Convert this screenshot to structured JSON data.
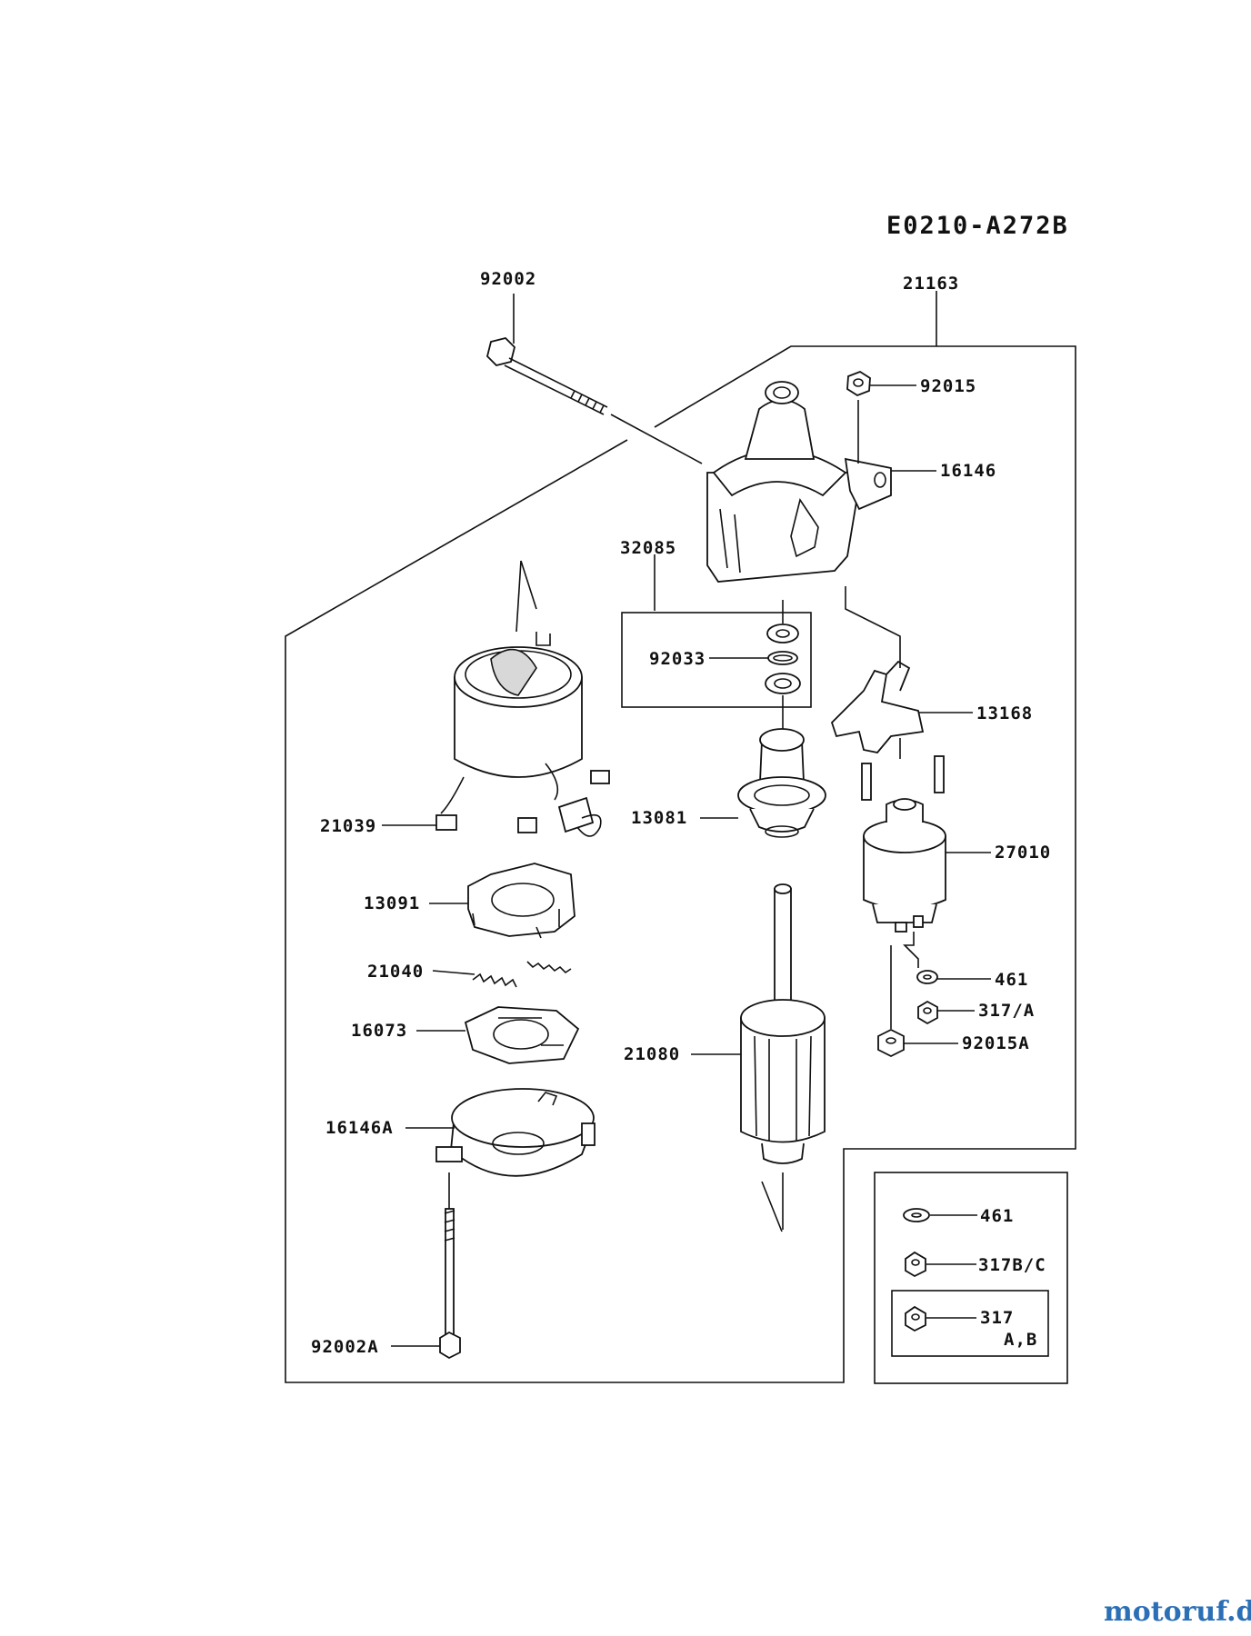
{
  "diagram": {
    "code": "E0210-A272B",
    "labels": {
      "p92002": "92002",
      "p21163": "21163",
      "p92015": "92015",
      "p16146": "16146",
      "p32085": "32085",
      "p92033": "92033",
      "p13168": "13168",
      "p13081": "13081",
      "p21039": "21039",
      "p27010": "27010",
      "p13091": "13091",
      "p21040": "21040",
      "p461": "461",
      "p317a": "317/A",
      "p16073": "16073",
      "p92015a": "92015A",
      "p21080": "21080",
      "p16146a": "16146A",
      "p92002a": "92002A"
    },
    "inset": {
      "l461": "461",
      "l317bc": "317B/C",
      "l317": "317",
      "l317ab": "A,B"
    }
  },
  "watermark": "motoruf.de",
  "colors": {
    "line": "#111111",
    "background": "#ffffff"
  }
}
